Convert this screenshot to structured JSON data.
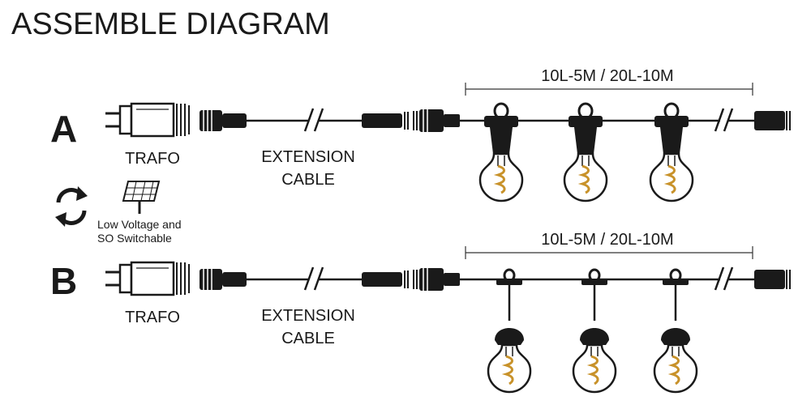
{
  "title": "ASSEMBLE DIAGRAM",
  "colors": {
    "ink": "#1a1a1a",
    "filament": "#c8922a",
    "glass": "#ffffff"
  },
  "rows": [
    {
      "id": "A",
      "letter": "A",
      "trafo_label": "TRAFO",
      "extension_label_line1": "EXTENSION",
      "extension_label_line2": "CABLE",
      "length_label": "10L-5M / 20L-10M",
      "bulb_style": "socket-on-cable",
      "bulb_count": 3
    },
    {
      "id": "B",
      "letter": "B",
      "trafo_label": "TRAFO",
      "extension_label_line1": "EXTENSION",
      "extension_label_line2": "CABLE",
      "length_label": "10L-5M / 20L-10M",
      "bulb_style": "hanging-drop",
      "bulb_count": 3
    }
  ],
  "middle": {
    "switch_icon": "switch-arrows-icon",
    "solar_icon": "solar-panel-icon",
    "note_line1": "Low Voltage and",
    "note_line2": "SO Switchable"
  }
}
